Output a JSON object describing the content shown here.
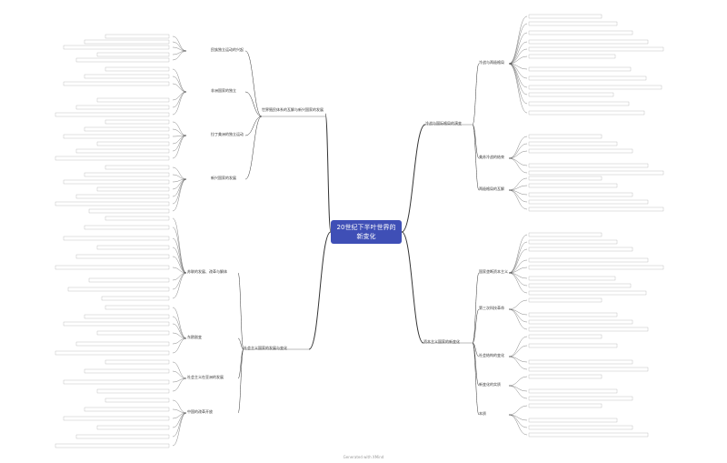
{
  "root": {
    "line1": "20世纪下半叶世界的",
    "line2": "新变化"
  },
  "branches": {
    "cold_war": "冷战与国际格局的演变",
    "capitalism": "资本主义国家的新变化",
    "socialism": "社会主义国家的发展与变化",
    "third_world": "世界殖民体系的瓦解与新兴国家的发展"
  },
  "cold_war_subs": [
    "冷战与两极格局",
    "美苏冷战的结束",
    "两极格局的瓦解"
  ],
  "capitalism_subs": [
    "国家垄断资本主义",
    "第三次科技革命",
    "社会结构的变化",
    "新变化的实质",
    "本质"
  ],
  "socialism_subs": [
    "苏联的发展、改革与解体",
    "东欧剧变",
    "社会主义在亚洲的发展",
    "中国的改革开放"
  ],
  "third_world_subs": [
    "民族独立运动的兴起",
    "非洲国家的独立",
    "拉丁美洲的独立运动",
    "新兴国家的发展"
  ],
  "watermark": "Generated with XMind"
}
